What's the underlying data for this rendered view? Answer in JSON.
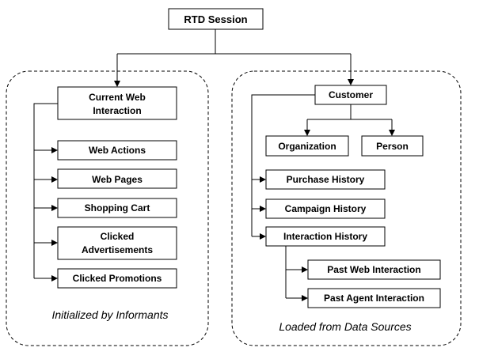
{
  "root": {
    "label": "RTD Session"
  },
  "left_group": {
    "caption": "Initialized by Informants",
    "head": {
      "lines": [
        "Current Web",
        "Interaction"
      ]
    },
    "items": [
      {
        "lines": [
          "Web Actions"
        ]
      },
      {
        "lines": [
          "Web Pages"
        ]
      },
      {
        "lines": [
          "Shopping Cart"
        ]
      },
      {
        "lines": [
          "Clicked",
          "Advertisements"
        ]
      },
      {
        "lines": [
          "Clicked Promotions"
        ]
      }
    ]
  },
  "right_group": {
    "caption": "Loaded from Data Sources",
    "head": {
      "lines": [
        "Customer"
      ]
    },
    "children": {
      "organization": {
        "lines": [
          "Organization"
        ]
      },
      "person": {
        "lines": [
          "Person"
        ]
      }
    },
    "items": [
      {
        "lines": [
          "Purchase History"
        ]
      },
      {
        "lines": [
          "Campaign History"
        ]
      },
      {
        "lines": [
          "Interaction History"
        ]
      }
    ],
    "sub_items": [
      {
        "lines": [
          "Past Web Interaction"
        ]
      },
      {
        "lines": [
          "Past Agent Interaction"
        ]
      }
    ]
  },
  "colors": {
    "stroke": "#000000",
    "fill": "#ffffff",
    "text": "#000000"
  }
}
